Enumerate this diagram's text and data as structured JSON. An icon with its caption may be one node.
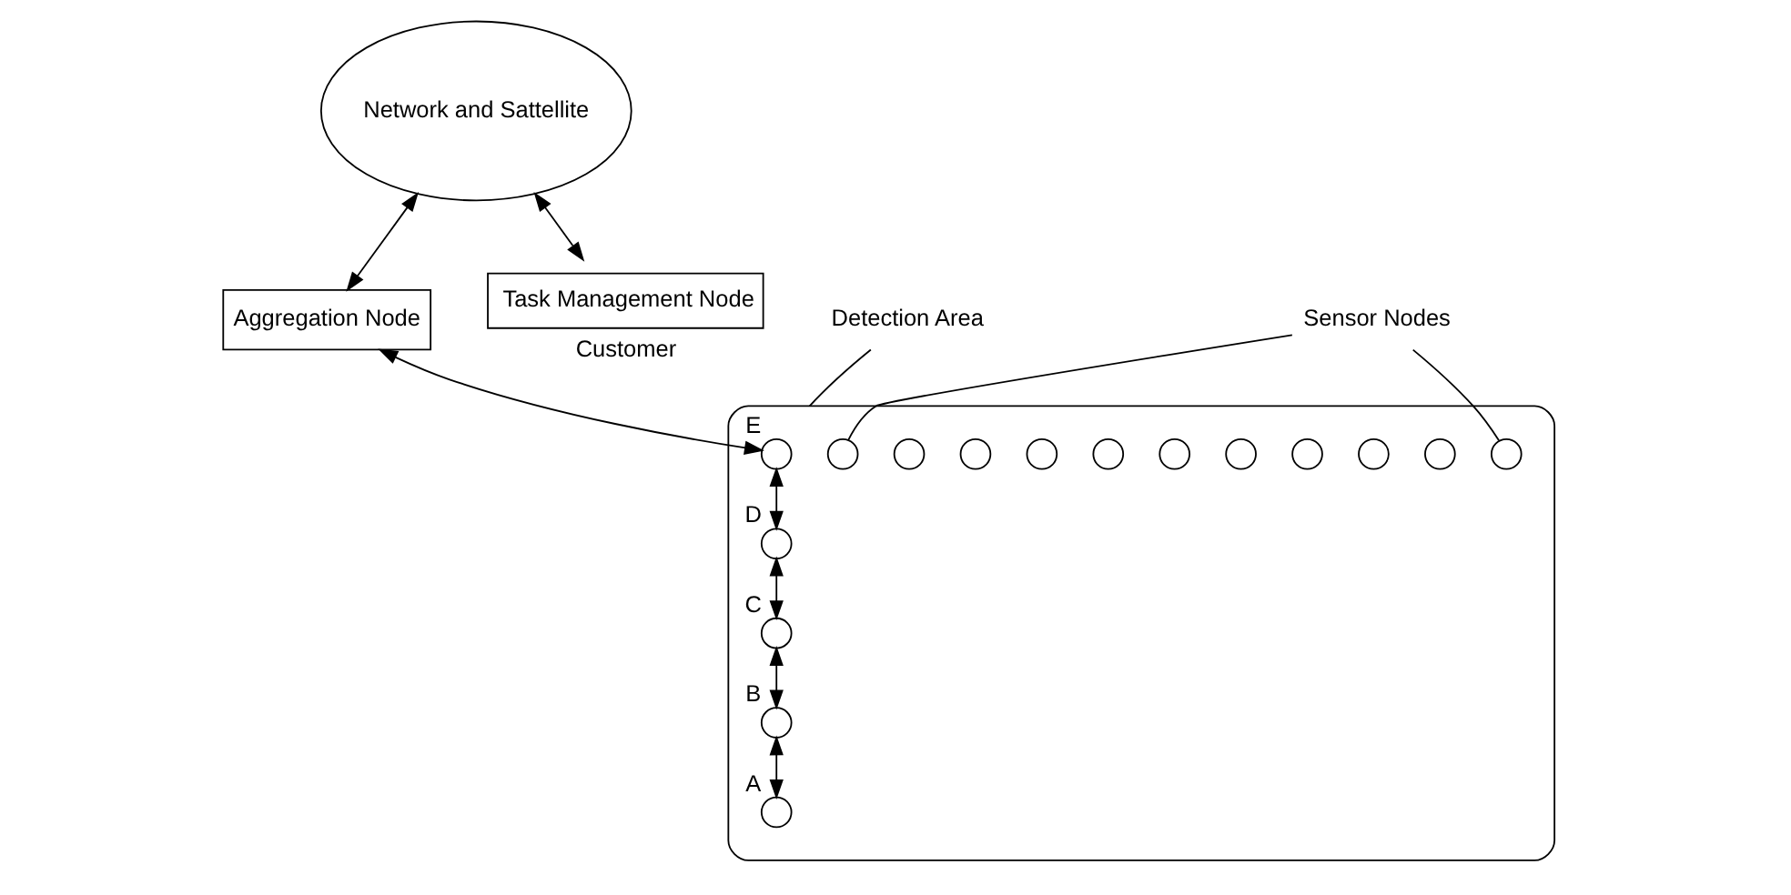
{
  "diagram": {
    "nodes": [
      {
        "text": [
          "Network and Sattellite"
        ]
      },
      {
        "text": [
          "Aggregation Node"
        ]
      },
      {
        "text": [
          "Task Management Node"
        ],
        "beside": [
          "Customer"
        ]
      },
      {
        "text": [],
        "shape": "box"
      },
      {
        "text": [],
        "shape": "circle",
        "in": 3,
        "beside": [
          "E"
        ]
      },
      {
        "text": [],
        "shape": "circle",
        "in": 3,
        "beside": [
          "D"
        ]
      },
      {
        "text": [],
        "shape": "circle",
        "in": 3
      },
      {
        "text": [],
        "shape": "circle",
        "in": 3
      },
      {
        "text": [],
        "shape": "circle",
        "in": 3
      },
      {
        "text": [],
        "shape": "circle",
        "in": 3
      },
      {
        "text": [],
        "shape": "circle",
        "in": 3,
        "beside": [
          "C"
        ]
      },
      {
        "text": [],
        "shape": "circle",
        "in": 3,
        "beside": [
          "B"
        ]
      },
      {
        "text": [],
        "shape": "circle",
        "in": 3
      },
      {
        "text": [],
        "shape": "circle",
        "in": 3
      },
      {
        "text": [],
        "shape": "circle",
        "in": 3
      },
      {
        "text": [],
        "shape": "circle",
        "in": 3
      },
      {
        "text": [],
        "shape": "circle",
        "in": 3,
        "beside": [
          "A"
        ]
      },
      {
        "text": [],
        "shape": "circle",
        "in": 3
      },
      {
        "text": [],
        "shape": "circle",
        "in": 3
      },
      {
        "text": [],
        "shape": "circle",
        "in": 3
      },
      {
        "text": [
          "Detection Area"
        ]
      },
      {
        "text": [
          "Sensor Nodes"
        ]
      }
    ],
    "edges": [
      {
        "from": 0,
        "to": 1,
        "arrow": "both"
      },
      {
        "from": 0,
        "to": 2,
        "arrow": "both"
      },
      {
        "from": 1,
        "to": 4,
        "arrow": "both"
      },
      {
        "from": 4,
        "to": 5,
        "arrow": "both"
      },
      {
        "from": 5,
        "to": 10,
        "arrow": "both"
      },
      {
        "from": 10,
        "to": 11,
        "arrow": "both"
      },
      {
        "from": 11,
        "to": 16,
        "arrow": "both"
      },
      {
        "from": 20,
        "to": 3,
        "arrow": "none"
      },
      {
        "from": 21,
        "to": 18,
        "arrow": "none"
      },
      {
        "from": 21,
        "to": 19,
        "arrow": "none"
      }
    ]
  }
}
